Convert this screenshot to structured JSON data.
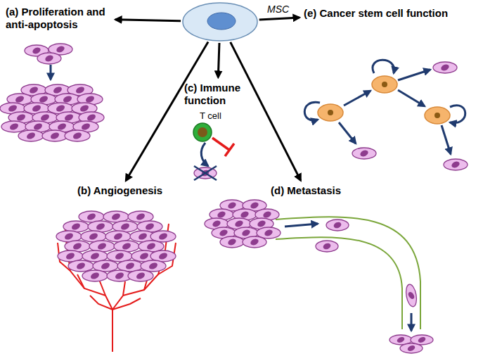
{
  "diagram": {
    "nodes": [
      {
        "text": [
          "MSC"
        ]
      },
      {
        "text": [
          "(e) Cancer stem cell function"
        ]
      },
      {
        "text": [
          "(a) Proliferation and anti-apoptosis"
        ]
      },
      {
        "text": [
          "(c) Immune function"
        ]
      },
      {
        "text": [
          "(b) Angiogenesis"
        ]
      },
      {
        "text": [
          "(d) Metastasis"
        ]
      }
    ],
    "edges": [
      {
        "from": 0,
        "to": 1,
        "arrow": "to"
      },
      {
        "from": 0,
        "to": 2,
        "arrow": "to"
      },
      {
        "from": 0,
        "to": 3,
        "arrow": "to"
      },
      {
        "from": 0,
        "to": 4,
        "arrow": "to"
      },
      {
        "from": 0,
        "to": 5,
        "arrow": "to"
      }
    ],
    "labels": [
      "T cell"
    ]
  }
}
